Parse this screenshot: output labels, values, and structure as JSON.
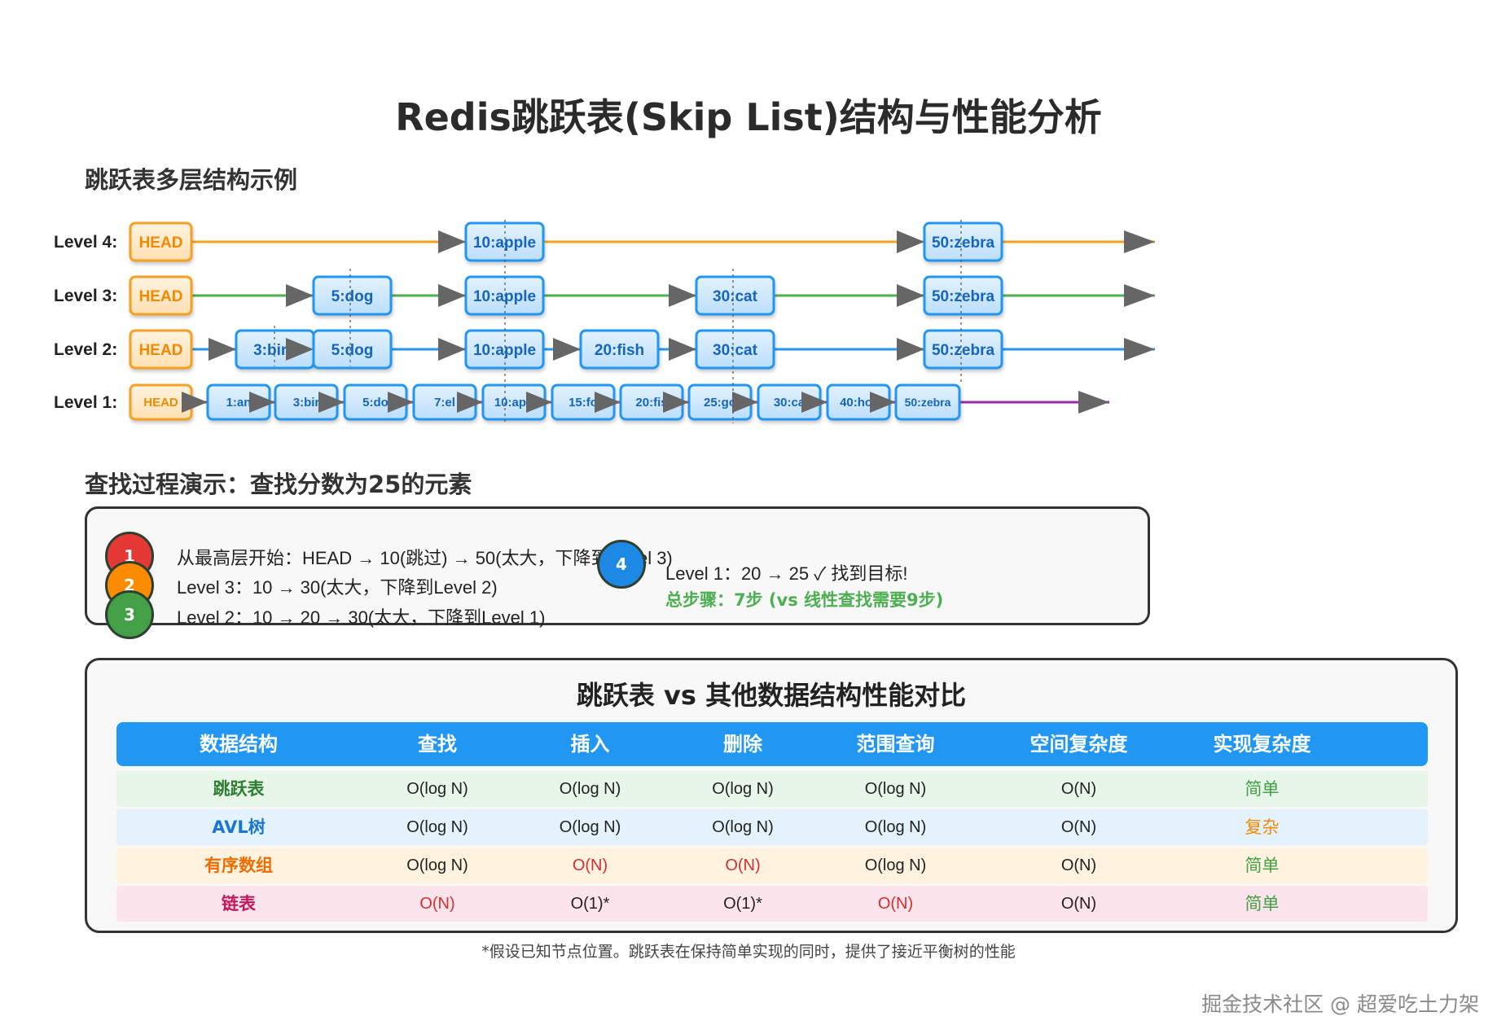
{
  "title": "Redis跳跃表(Skip List)结构与性能分析",
  "structure_section_title": "跳跃表多层结构示例",
  "levels": [
    {
      "label": "Level 4:",
      "line_color": "#f5a020",
      "nodes": [
        "HEAD",
        "10:apple",
        "50:zebra"
      ]
    },
    {
      "label": "Level 3:",
      "line_color": "#4caf50",
      "nodes": [
        "HEAD",
        "5:dog",
        "10:apple",
        "30:cat",
        "50:zebra"
      ]
    },
    {
      "label": "Level 2:",
      "line_color": "#2196f3",
      "nodes": [
        "HEAD",
        "3:bird",
        "5:dog",
        "10:apple",
        "20:fish",
        "30:cat",
        "50:zebra"
      ]
    },
    {
      "label": "Level 1:",
      "line_color": "#9c27b0",
      "nodes": [
        "HEAD",
        "1:an",
        "3:bir",
        "5:do",
        "7:el",
        "10:app",
        "15:fo",
        "20:fis",
        "25:go",
        "30:ca",
        "40:hor",
        "50:zebra"
      ]
    }
  ],
  "search_section_title": "查找过程演示：查找分数为25的元素",
  "search_steps": [
    {
      "number": "1",
      "color": "#e53935",
      "text": "从最高层开始：HEAD → 10(跳过) → 50(太大，下降到Level 3)"
    },
    {
      "number": "2",
      "color": "#fb8c00",
      "text": "Level 3：10 → 30(太大，下降到Level 2)"
    },
    {
      "number": "3",
      "color": "#43a047",
      "text": "Level 2：10 → 20 → 30(太大，下降到Level 1)"
    },
    {
      "number": "4",
      "color": "#1e88e5",
      "text": "Level 1：20 → 25 ✓ 找到目标!"
    }
  ],
  "search_summary": "总步骤：7步 (vs 线性查找需要9步)",
  "comparison": {
    "title": "跳跃表 vs 其他数据结构性能对比",
    "headers": [
      "数据结构",
      "查找",
      "插入",
      "删除",
      "范围查询",
      "空间复杂度",
      "实现复杂度"
    ],
    "rows": [
      {
        "name": "跳跃表",
        "name_color": "#2e7d32",
        "bg": "#e8f5e9",
        "cells": [
          "O(log N)",
          "O(log N)",
          "O(log N)",
          "O(log N)",
          "O(N)",
          "简单"
        ]
      },
      {
        "name": "AVL树",
        "name_color": "#1976d2",
        "bg": "#e3f2fd",
        "cells": [
          "O(log N)",
          "O(log N)",
          "O(log N)",
          "O(log N)",
          "O(N)",
          "复杂"
        ]
      },
      {
        "name": "有序数组",
        "name_color": "#ef6c00",
        "bg": "#fff3e0",
        "cells": [
          "O(log N)",
          "O(N)",
          "O(N)",
          "O(log N)",
          "O(N)",
          "简单"
        ]
      },
      {
        "name": "链表",
        "name_color": "#c2185b",
        "bg": "#fce4ec",
        "cells": [
          "O(N)",
          "O(1)*",
          "O(1)*",
          "O(N)",
          "O(N)",
          "简单"
        ]
      }
    ]
  },
  "footnote": "*假设已知节点位置。跳跃表在保持简单实现的同时，提供了接近平衡树的性能",
  "watermark": "掘金技术社区 @ 超爱吃土力架"
}
